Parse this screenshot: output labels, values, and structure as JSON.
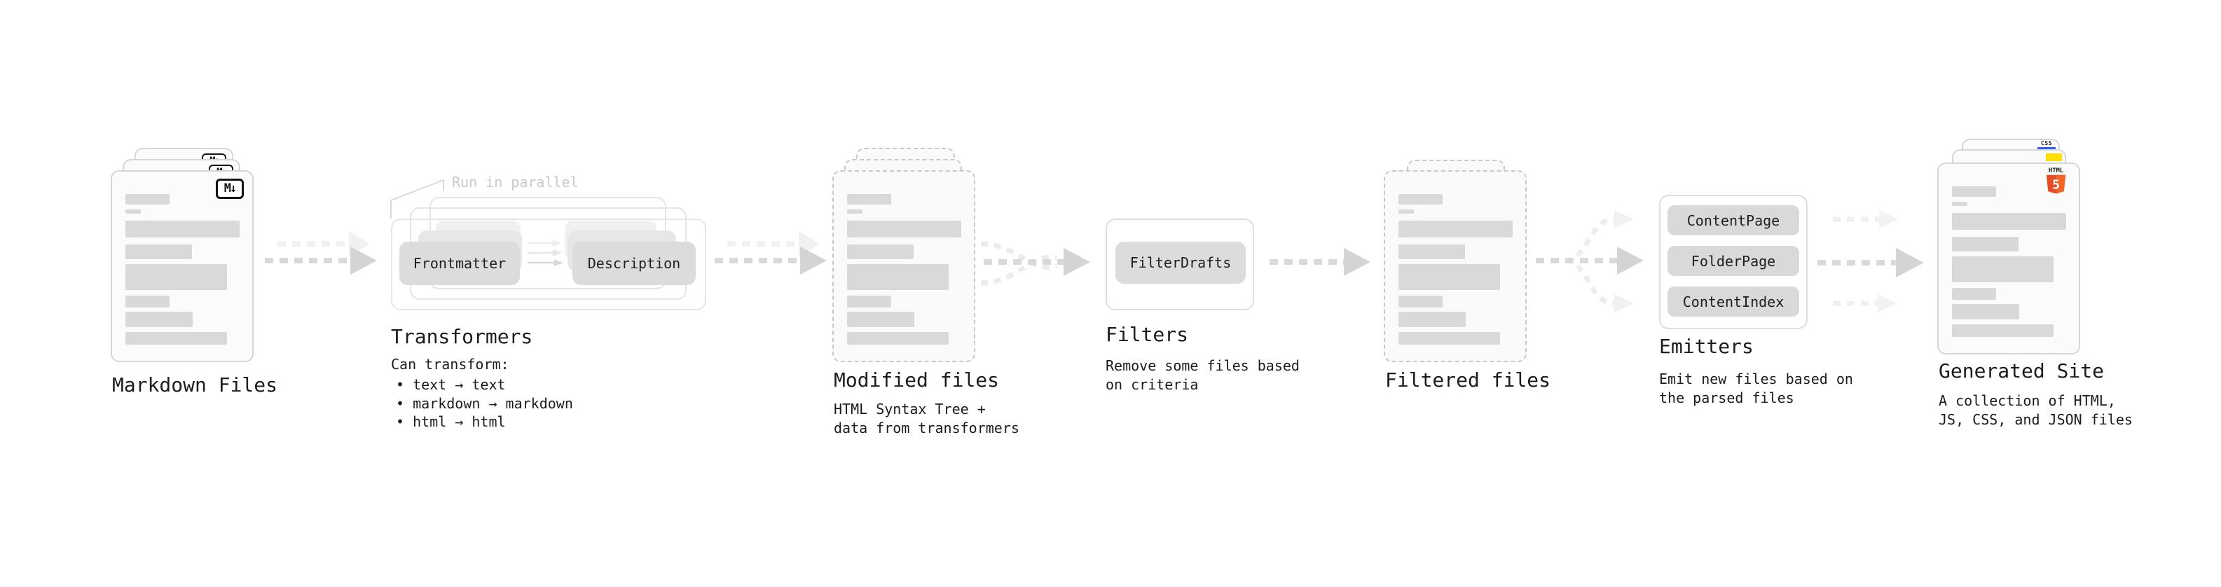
{
  "diagram": {
    "markdown_files": {
      "title": "Markdown Files",
      "icon": "M↓"
    },
    "transformers": {
      "annotation": "Run in parallel",
      "chips": [
        "Frontmatter",
        "Description"
      ],
      "title": "Transformers",
      "description": "Can transform:",
      "bullets": [
        "• text → text",
        "• markdown → markdown",
        "• html → html"
      ]
    },
    "modified_files": {
      "title": "Modified files",
      "subtitle": "HTML Syntax Tree +\ndata from transformers"
    },
    "filters": {
      "chips": [
        "FilterDrafts"
      ],
      "title": "Filters",
      "subtitle": "Remove some files based\non criteria"
    },
    "filtered_files": {
      "title": "Filtered files"
    },
    "emitters": {
      "chips": [
        "ContentPage",
        "FolderPage",
        "ContentIndex"
      ],
      "title": "Emitters",
      "subtitle": "Emit new files based on\nthe parsed files"
    },
    "generated_site": {
      "title": "Generated Site",
      "subtitle": "A collection of HTML,\nJS, CSS, and JSON files",
      "icons": {
        "css": "CSS",
        "html_label": "HTML",
        "html_number": "5"
      }
    },
    "colors": {
      "html5_orange": "#e44d26",
      "html5_orange_light": "#f16529",
      "js_yellow": "#ffde00",
      "css_blue": "#2b62e9",
      "arrow_gray": "#d4d4d4",
      "arrow_light": "#f0f0f0",
      "chip_gray": "#dcdcdc",
      "annotation_gray": "#c9c9c9"
    }
  }
}
